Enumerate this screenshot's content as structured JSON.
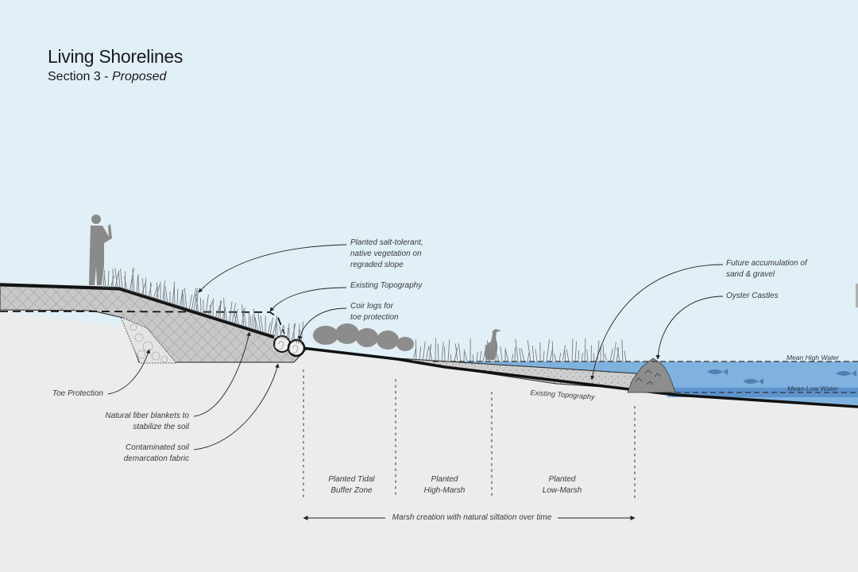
{
  "header": {
    "title": "Living Shorelines",
    "subtitle_prefix": "Section 3 - ",
    "subtitle_emphasis": "Proposed"
  },
  "callouts": {
    "vegetation": [
      "Planted salt-tolerant,",
      "native vegetation on",
      "regraded slope"
    ],
    "existing_topography_top": "Existing Topography",
    "coir_logs": [
      "Coir logs for",
      "toe protection"
    ],
    "toe_protection": "Toe Protection",
    "fiber_blankets": [
      "Natural fiber blankets to",
      "stabilize the soil"
    ],
    "demarcation_fabric": [
      "Contaminated soil",
      "demarcation fabric"
    ],
    "future_accumulation": [
      "Future accumulation of",
      "sand & gravel"
    ],
    "oyster_castles": "Oyster Castles",
    "existing_topography_bottom": "Existing Topography"
  },
  "water_levels": {
    "mean_high": "Mean High Water",
    "mean_low": "Mean Low Water"
  },
  "zones": [
    {
      "line1": "Planted Tidal",
      "line2": "Buffer Zone"
    },
    {
      "line1": "Planted",
      "line2": "High-Marsh"
    },
    {
      "line1": "Planted",
      "line2": "Low-Marsh"
    }
  ],
  "timeline": {
    "label": "Marsh creation with natural siltation over time"
  },
  "colors": {
    "sky": "#e1eff7",
    "ground": "#ececec",
    "fill_soil": "#c8c8c8",
    "water": "#7fb2de",
    "water_deep": "#4f86c6",
    "silhouette": "#8a8a8a",
    "line": "#111111"
  }
}
